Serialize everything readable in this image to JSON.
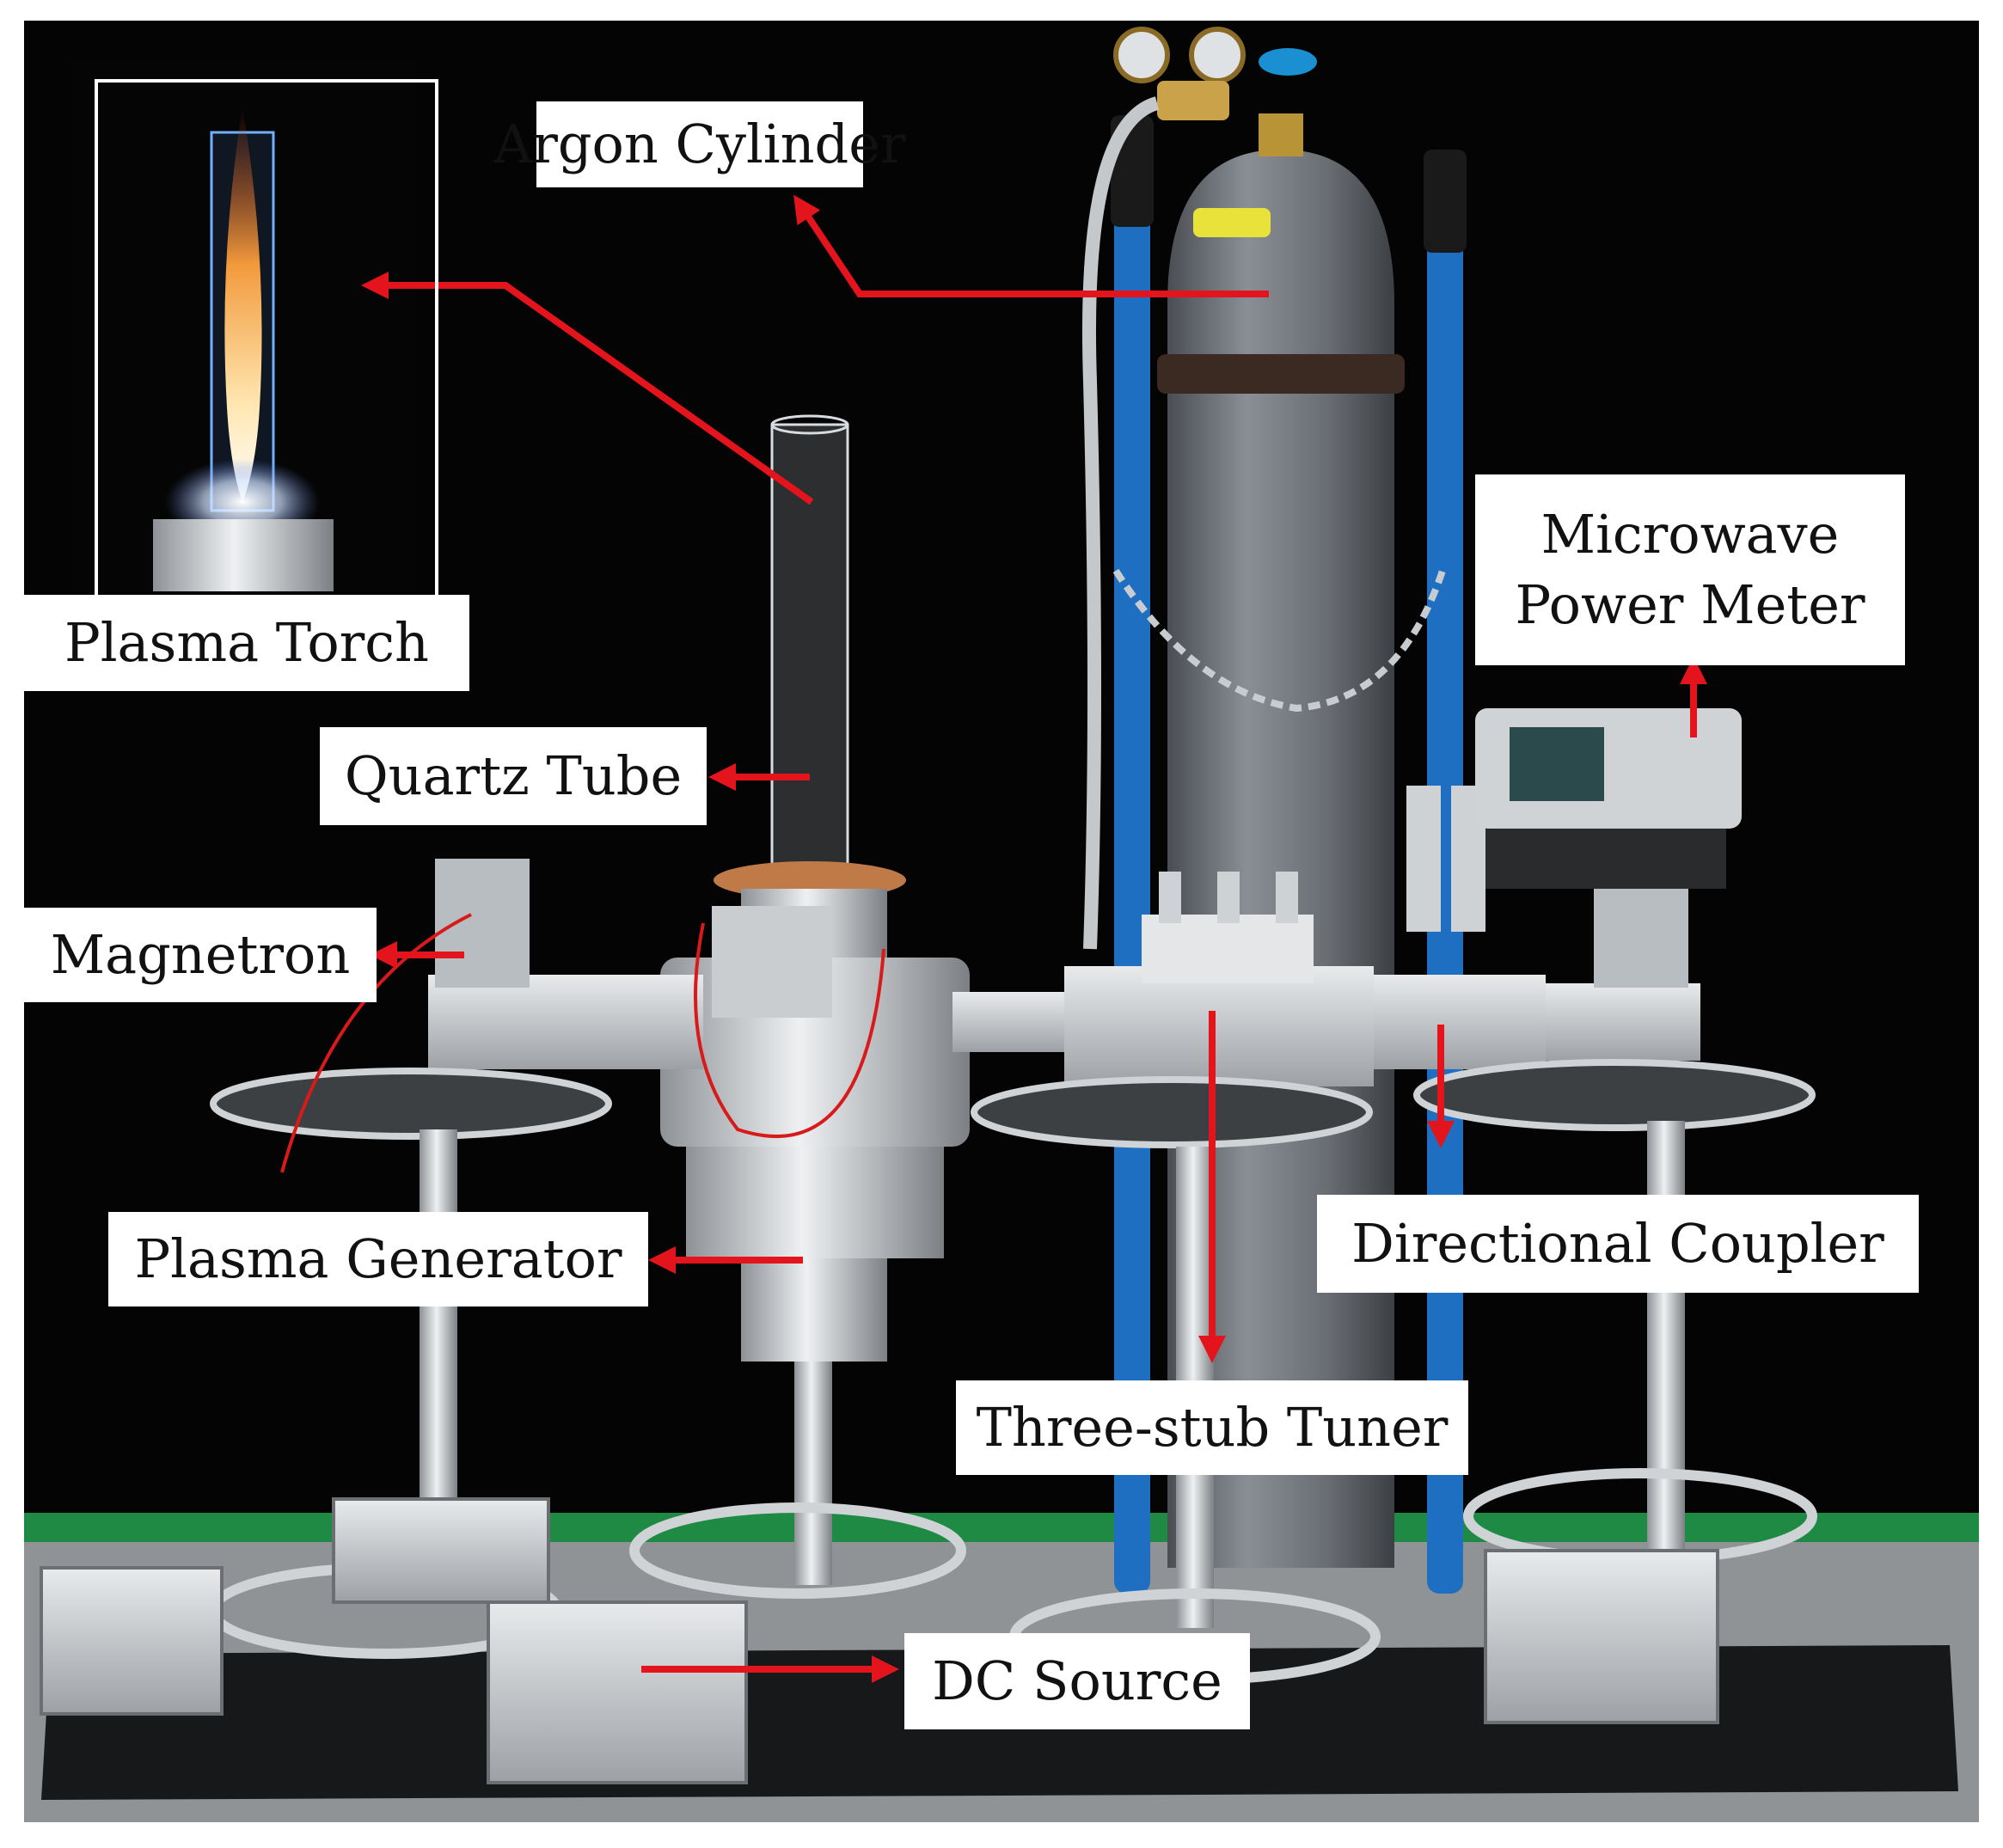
{
  "figure": {
    "labels": {
      "argon_cylinder": "Argon Cylinder",
      "plasma_torch": "Plasma Torch",
      "microwave_power_meter_line1": "Microwave",
      "microwave_power_meter_line2": "Power Meter",
      "quartz_tube": "Quartz Tube",
      "magnetron": "Magnetron",
      "directional_coupler": "Directional Coupler",
      "plasma_generator": "Plasma Generator",
      "three_stub_tuner": "Three-stub Tuner",
      "dc_source": "DC Source"
    },
    "colors": {
      "background": "#040404",
      "arrow": "#e3141b",
      "label_background": "#ffffff",
      "label_text": "#111111",
      "cylinder": "#6e7379",
      "frame": "#1e6fc2",
      "steel": "#c8ccd0"
    }
  }
}
